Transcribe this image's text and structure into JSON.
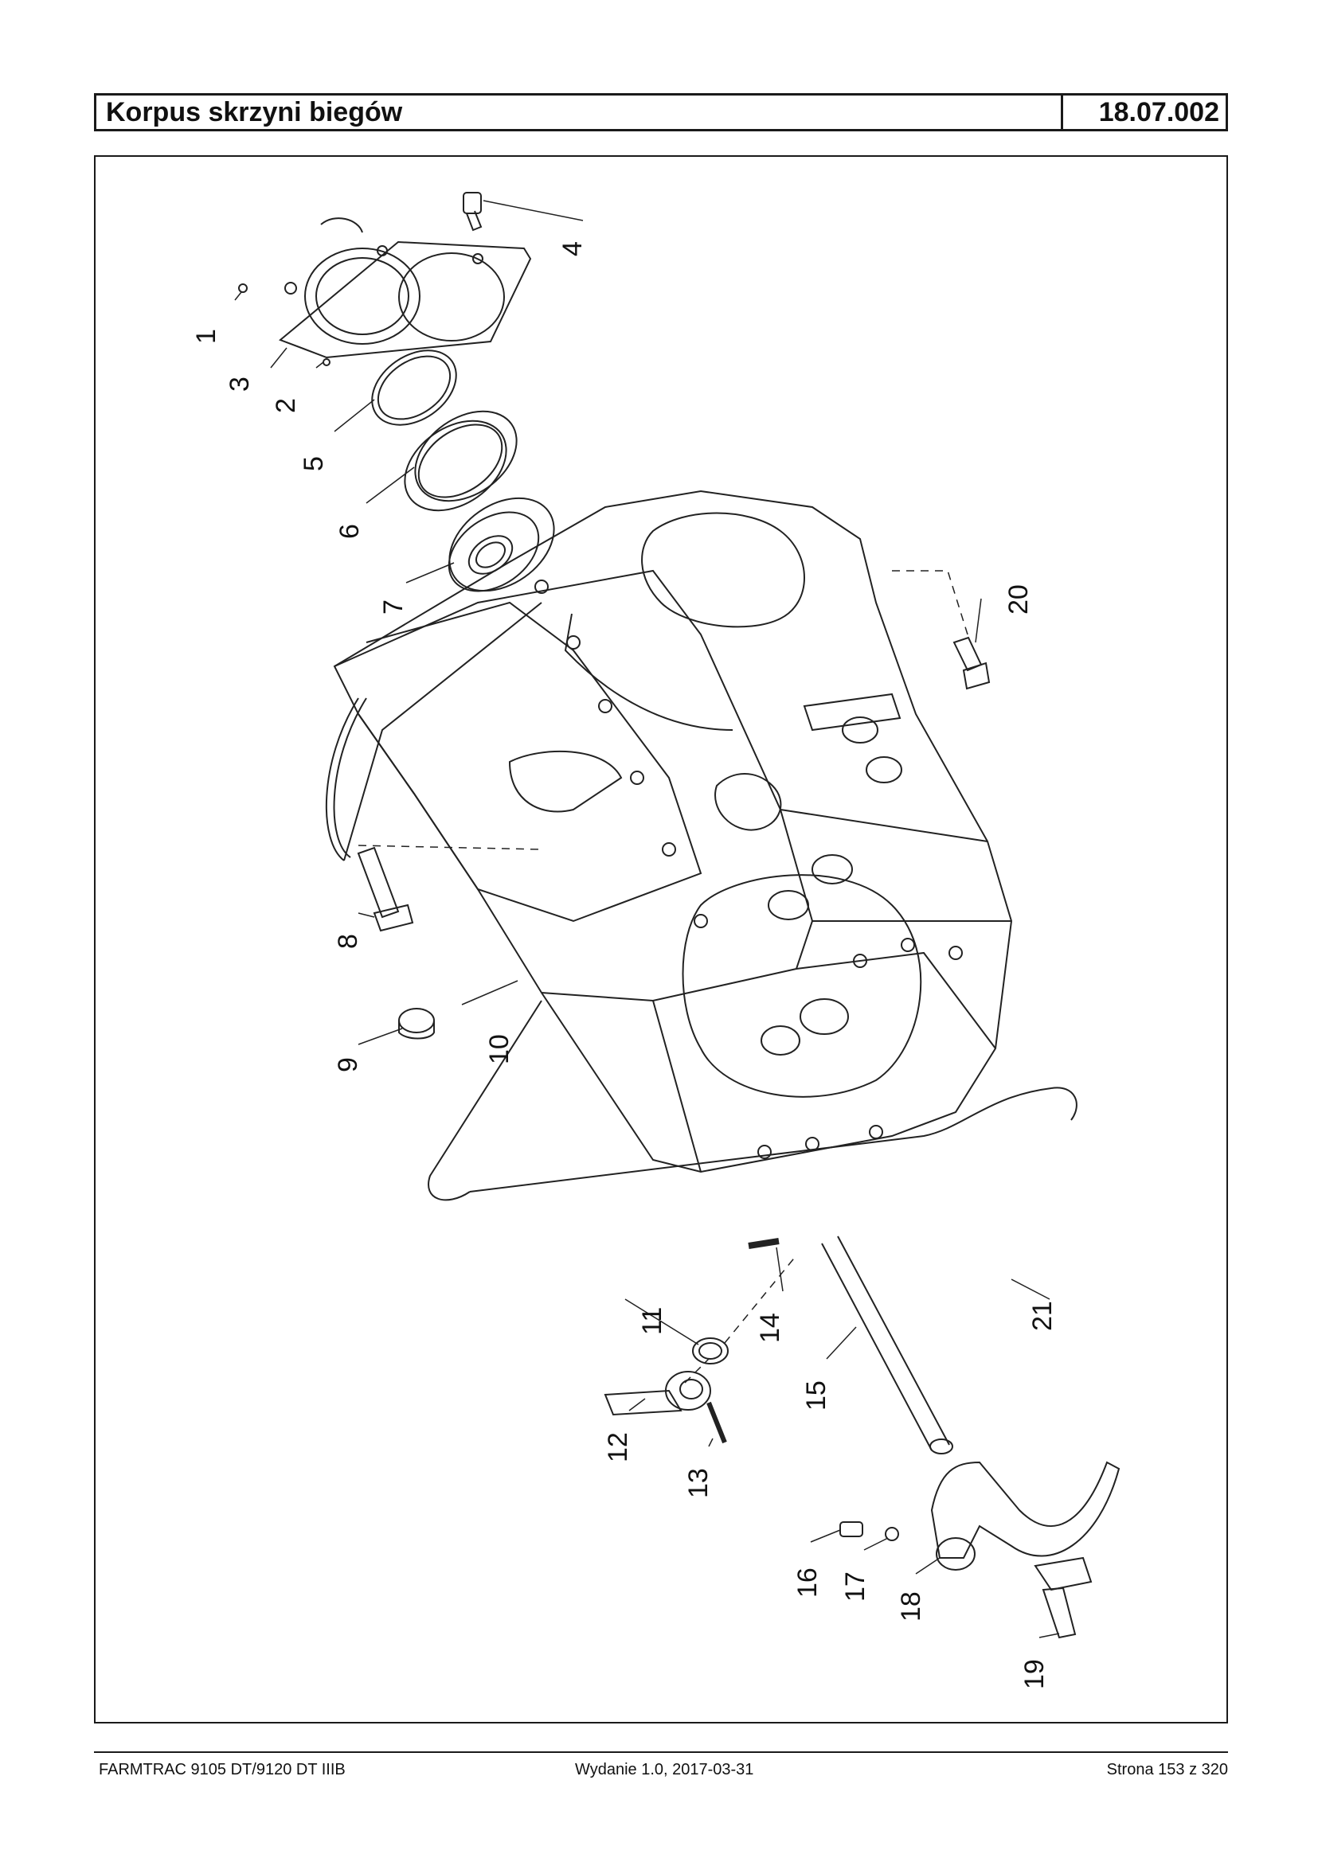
{
  "header": {
    "title": "Korpus skrzyni biegów",
    "code": "18.07.002"
  },
  "footer": {
    "model": "FARMTRAC 9105 DT/9120 DT IIIB",
    "edition": "Wydanie 1.0,  2017-03-31",
    "page": "Strona 153 z 320"
  },
  "callouts": [
    "1",
    "2",
    "3",
    "4",
    "5",
    "6",
    "7",
    "8",
    "9",
    "10",
    "11",
    "12",
    "13",
    "14",
    "15",
    "16",
    "17",
    "18",
    "19",
    "20",
    "21"
  ]
}
